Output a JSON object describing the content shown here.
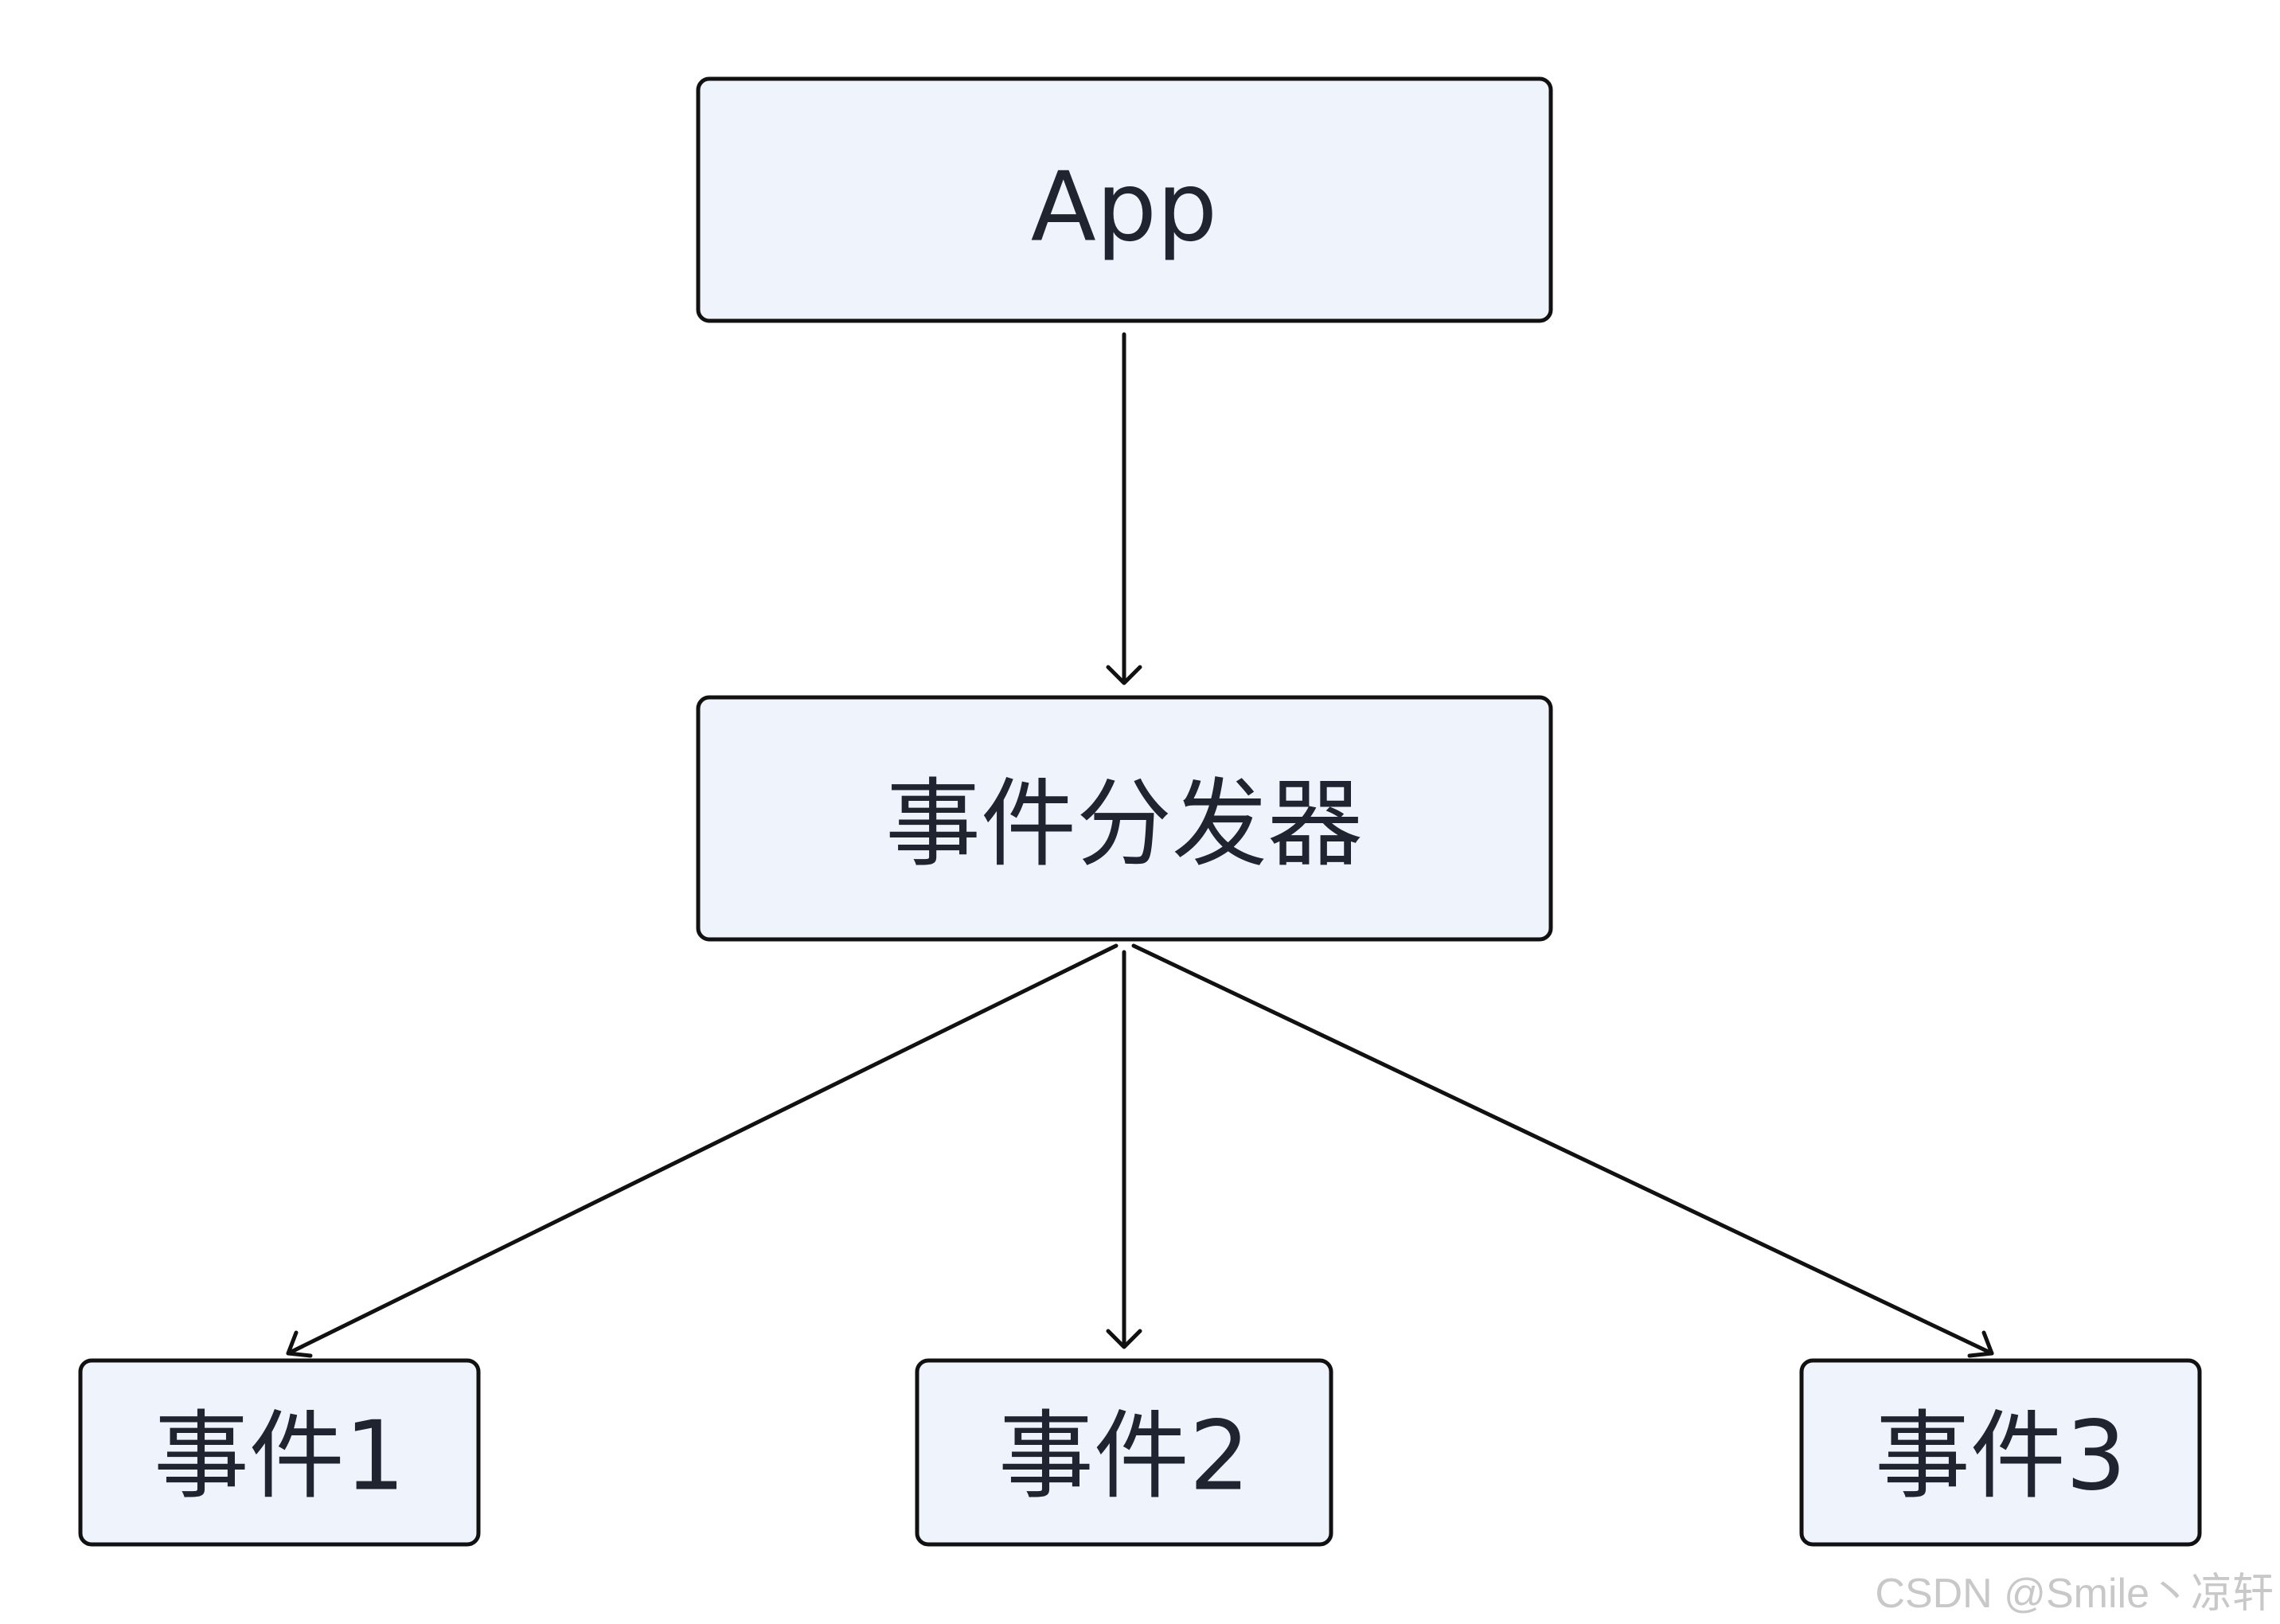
{
  "nodes": {
    "app": {
      "label": "App"
    },
    "dispatcher": {
      "label": "事件分发器"
    },
    "event1": {
      "label": "事件1"
    },
    "event2": {
      "label": "事件2"
    },
    "event3": {
      "label": "事件3"
    }
  },
  "edges": [
    {
      "from": "app",
      "to": "dispatcher"
    },
    {
      "from": "dispatcher",
      "to": "event1"
    },
    {
      "from": "dispatcher",
      "to": "event2"
    },
    {
      "from": "dispatcher",
      "to": "event3"
    }
  ],
  "watermark": "CSDN @Smile丶凉轩"
}
